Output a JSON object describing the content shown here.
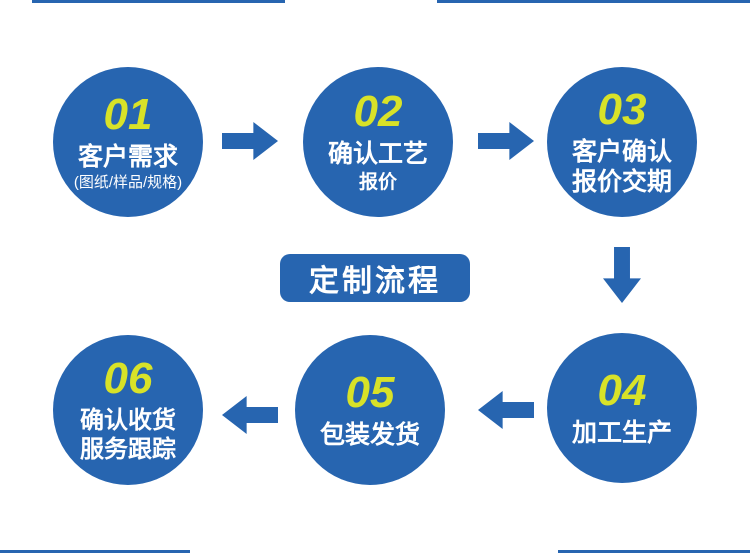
{
  "title": "定制流程",
  "steps": [
    {
      "number": "01",
      "line1": "客户需求",
      "line2": "(图纸/样品/规格)"
    },
    {
      "number": "02",
      "line1": "确认工艺",
      "line2": "报价"
    },
    {
      "number": "03",
      "line1": "客户确认",
      "line2": "报价交期"
    },
    {
      "number": "04",
      "line1": "加工生产",
      "line2": ""
    },
    {
      "number": "05",
      "line1": "包装发货",
      "line2": ""
    },
    {
      "number": "06",
      "line1": "确认收货",
      "line2": "服务跟踪"
    }
  ],
  "colors": {
    "circle-blue": "#2765b0",
    "number-yellow": "#d8e228",
    "text-white": "#ffffff",
    "arrow-blue": "#2765b0",
    "badge-blue": "#2765b0"
  }
}
